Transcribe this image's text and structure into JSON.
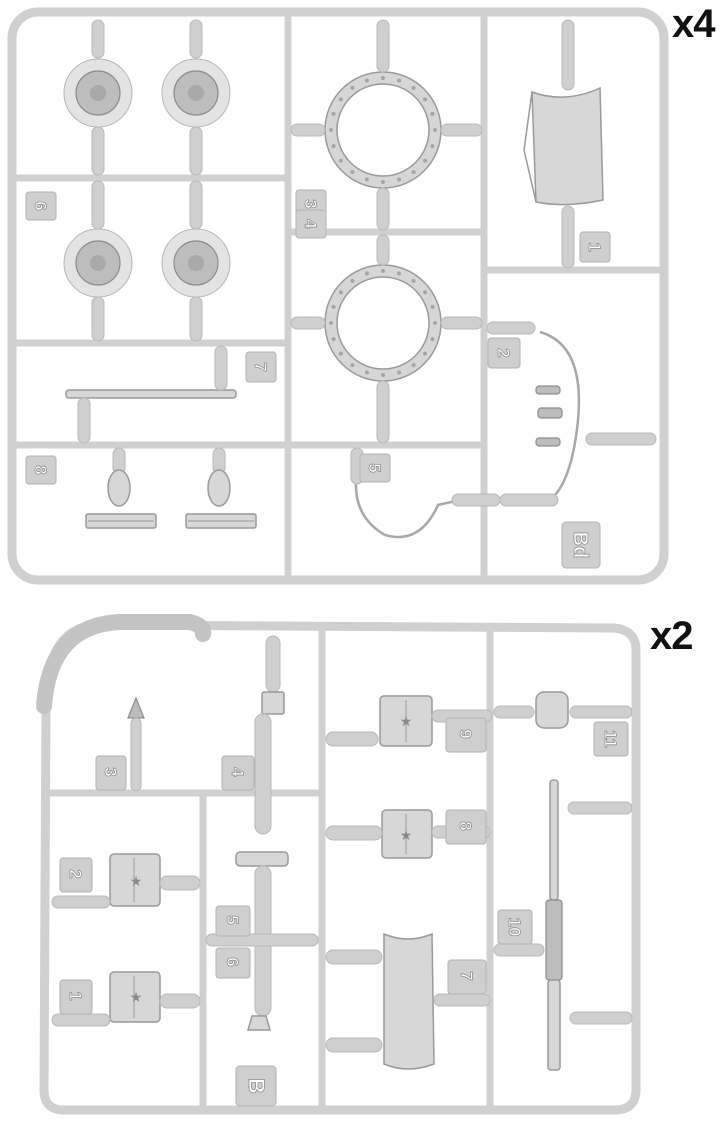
{
  "sprue_a": {
    "multiplier": "x4",
    "code": "Bd",
    "numbers": [
      "1",
      "2",
      "3",
      "4",
      "5",
      "6",
      "7",
      "8"
    ]
  },
  "sprue_b": {
    "multiplier": "x2",
    "code": "B",
    "numbers": [
      "1",
      "2",
      "3",
      "4",
      "5",
      "6",
      "7",
      "8",
      "9",
      "10",
      "11"
    ]
  },
  "colors": {
    "plastic": "#d0d0d0",
    "outline": "#9a9a9a",
    "label_text": "#111111"
  }
}
